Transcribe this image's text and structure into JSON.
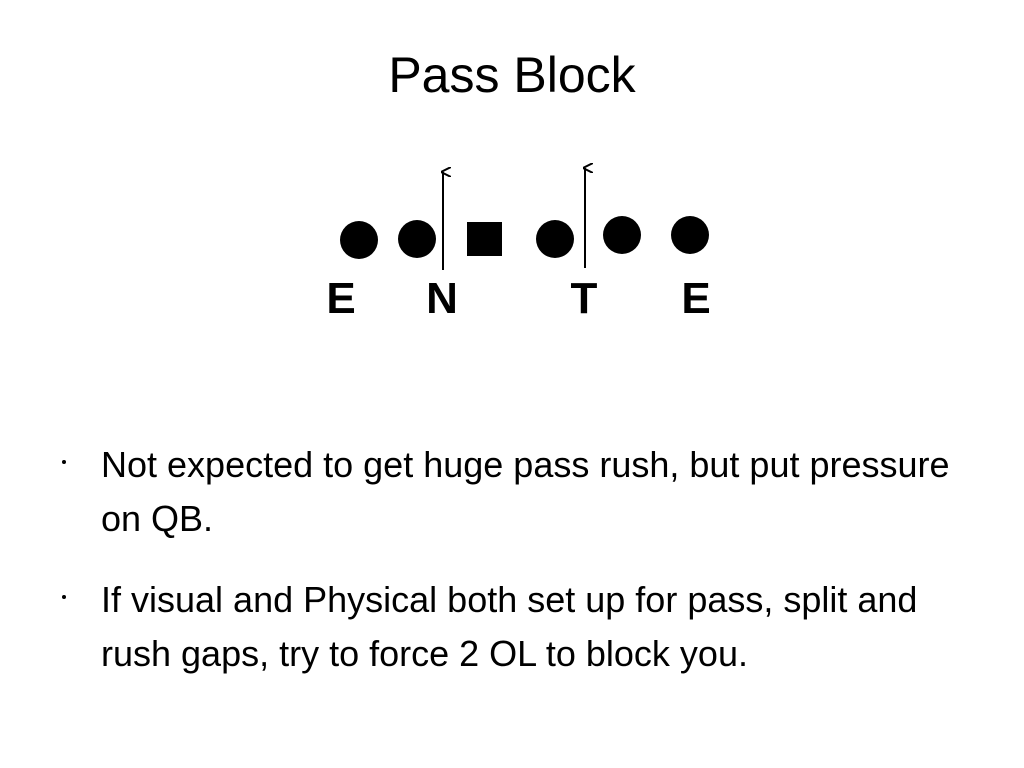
{
  "slide": {
    "title": "Pass Block",
    "diagram": {
      "players": [
        {
          "shape": "circle",
          "label": "E"
        },
        {
          "shape": "circle",
          "label": "N"
        },
        {
          "shape": "square",
          "label": ""
        },
        {
          "shape": "circle",
          "label": "T"
        },
        {
          "shape": "circle",
          "label": ""
        },
        {
          "shape": "circle",
          "label": "E"
        }
      ],
      "rush_arrows": [
        "N-gap",
        "T-gap"
      ],
      "colors": {
        "ink": "#000000",
        "background": "#ffffff"
      }
    },
    "bullets": [
      "Not expected to get huge pass rush, but put pressure on QB.",
      "If visual and Physical both set up for pass, split and rush gaps, try to force 2 OL to block you."
    ]
  }
}
